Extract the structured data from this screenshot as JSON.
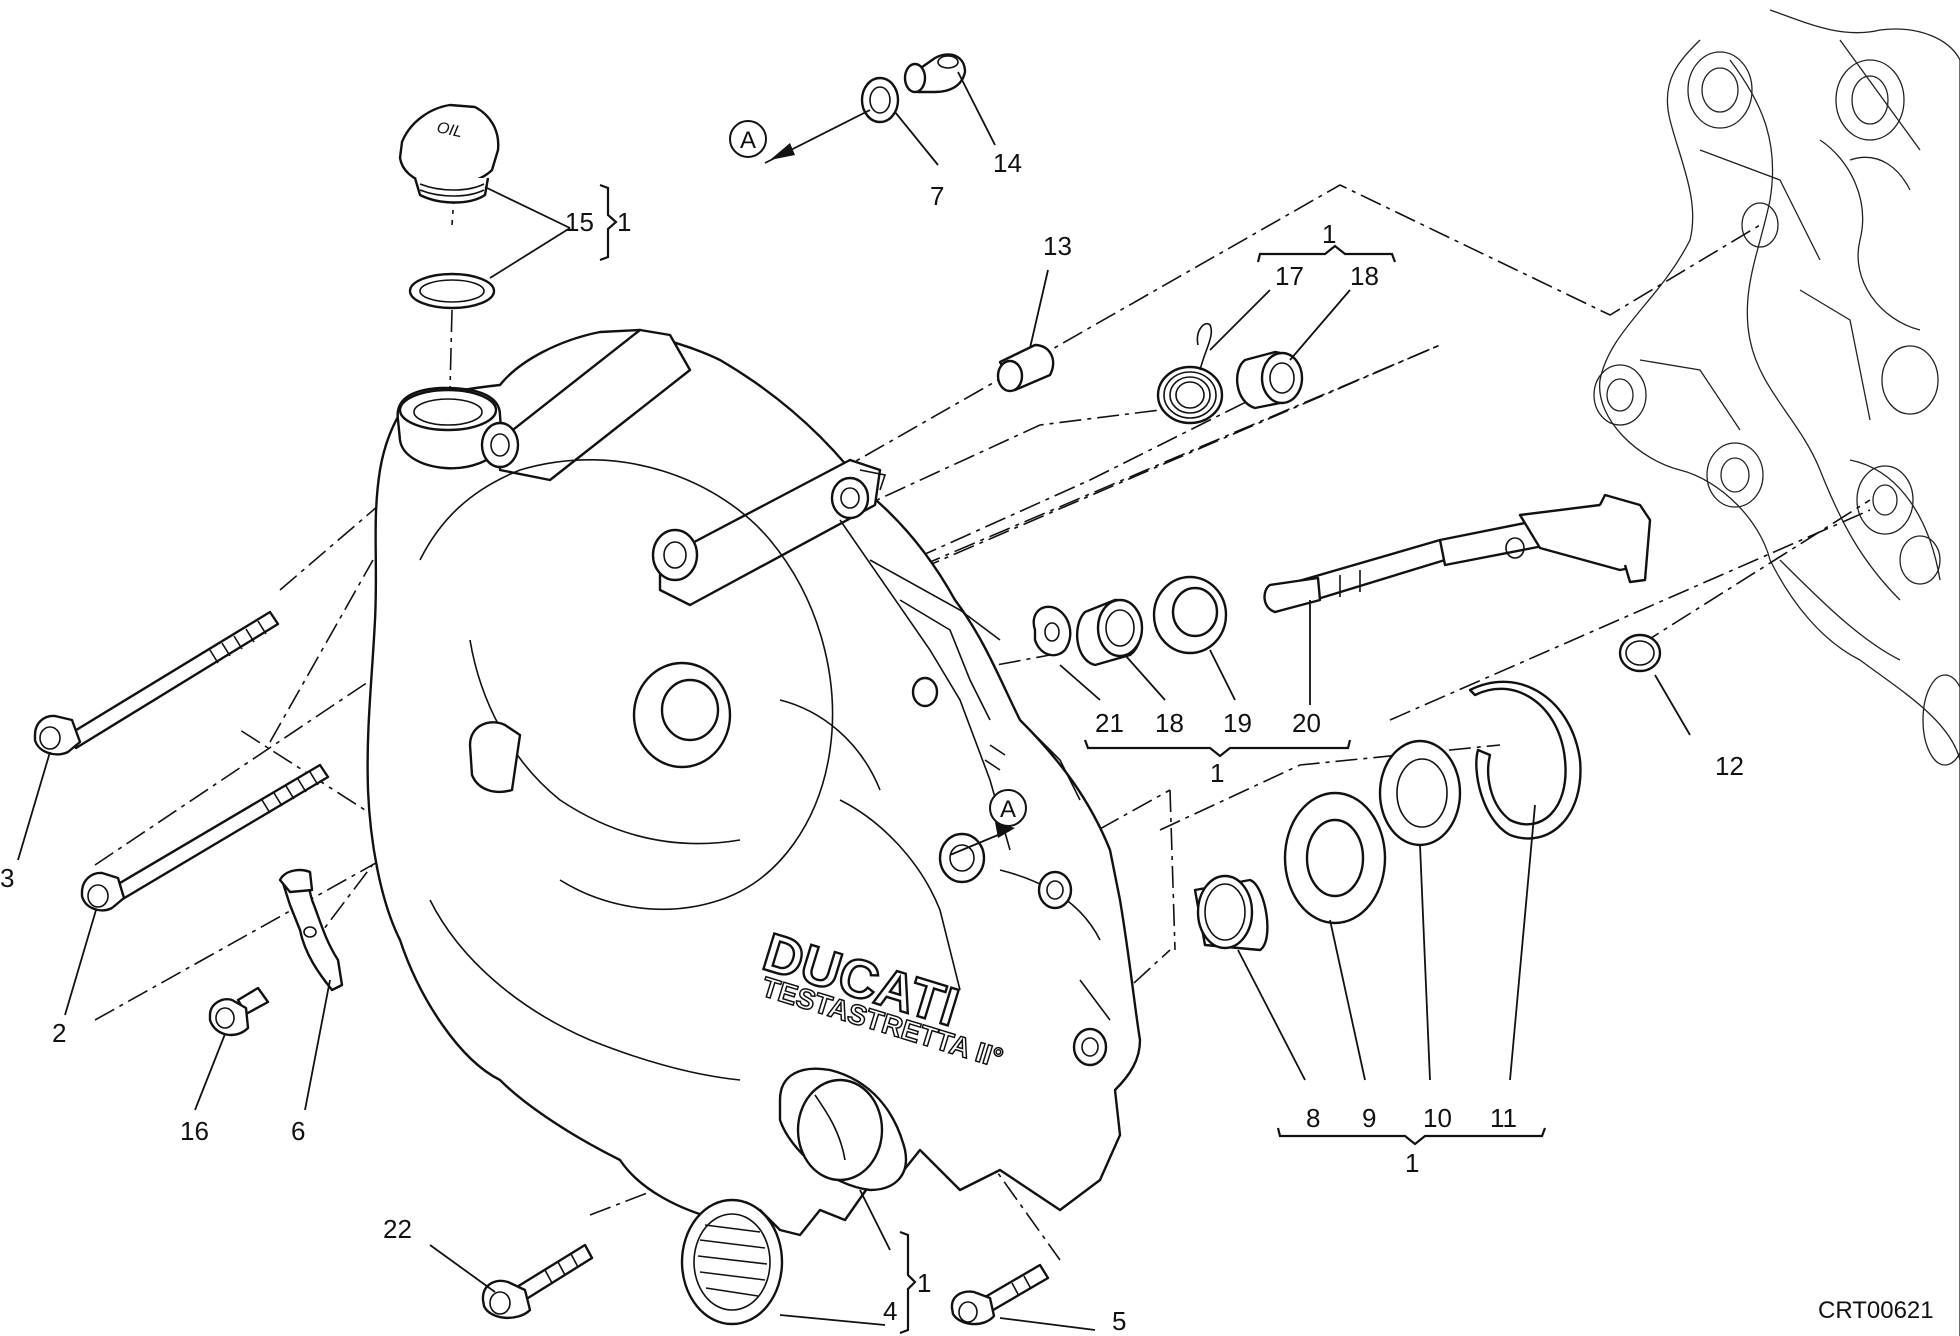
{
  "diagram": {
    "ref_code": "CRT00621",
    "view_marker": "A",
    "cap_text": "OIL",
    "cover_brand": "DUCATI",
    "cover_model": "TESTASTRETTA II°",
    "callouts": {
      "c1": "1",
      "c2": "2",
      "c3": "3",
      "c4": "4",
      "c5": "5",
      "c6": "6",
      "c7": "7",
      "c8": "8",
      "c9": "9",
      "c10": "10",
      "c11": "11",
      "c12": "12",
      "c13": "13",
      "c14": "14",
      "c15": "15",
      "c16": "16",
      "c17": "17",
      "c18": "18",
      "c19": "19",
      "c20": "20",
      "c21": "21",
      "c22": "22"
    },
    "kit_label": "1"
  }
}
